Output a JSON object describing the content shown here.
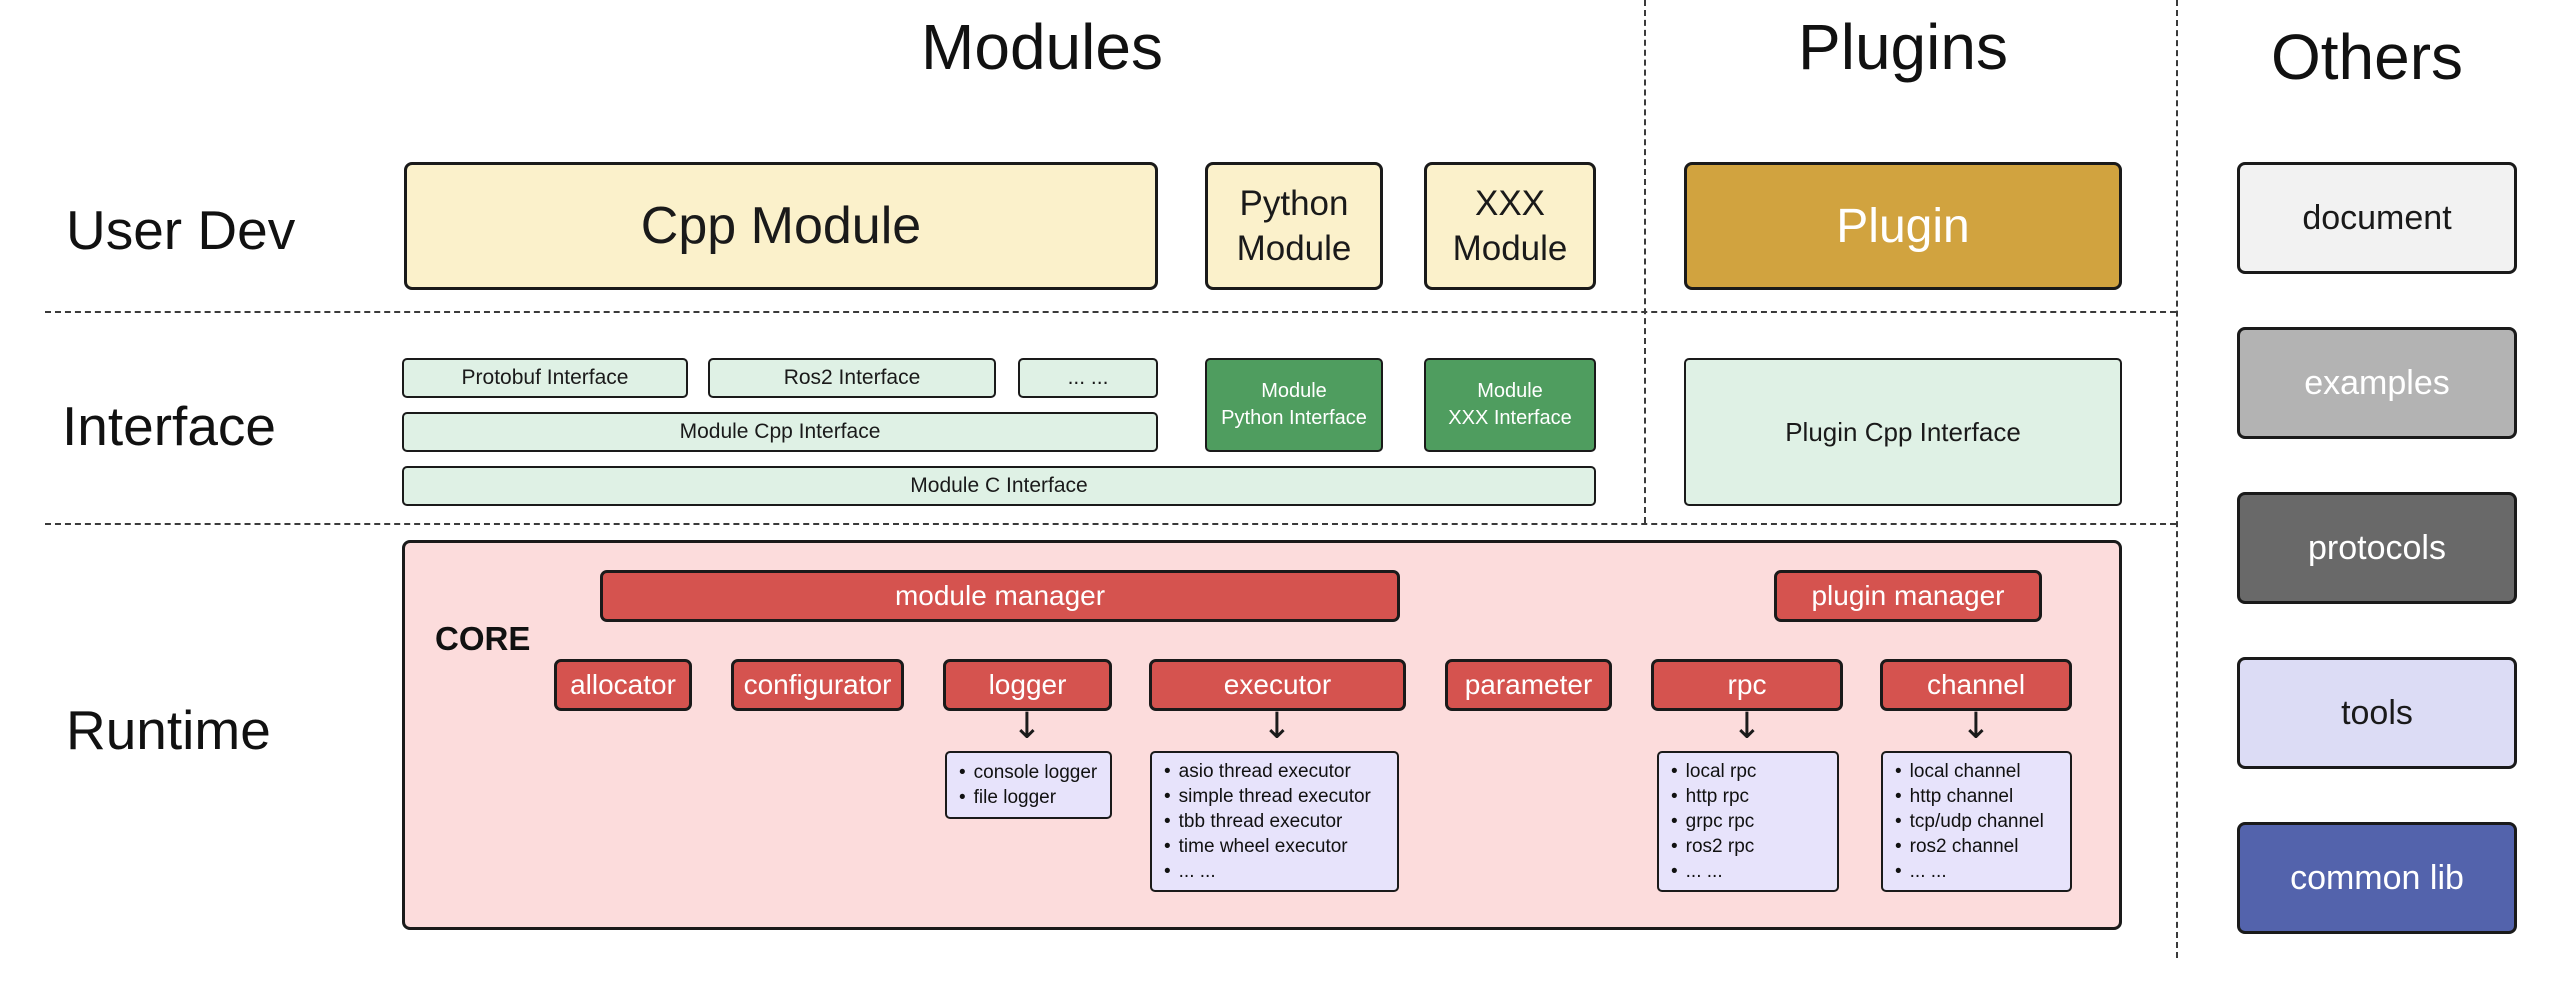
{
  "titles": {
    "modules": "Modules",
    "plugins": "Plugins",
    "others": "Others"
  },
  "row_labels": {
    "user_dev": "User Dev",
    "interface": "Interface",
    "runtime": "Runtime"
  },
  "user_dev": {
    "cpp_module": "Cpp Module",
    "python_module": "Python\nModule",
    "xxx_module": "XXX\nModule",
    "plugin": "Plugin"
  },
  "interface": {
    "protobuf": "Protobuf Interface",
    "ros2": "Ros2 Interface",
    "ellipsis": "... ...",
    "module_cpp": "Module Cpp Interface",
    "module_c": "Module C Interface",
    "module_python": "Module\nPython Interface",
    "module_xxx": "Module\nXXX Interface",
    "plugin_cpp": "Plugin Cpp Interface"
  },
  "runtime": {
    "core": "CORE",
    "module_manager": "module manager",
    "plugin_manager": "plugin manager",
    "components": [
      "allocator",
      "configurator",
      "logger",
      "executor",
      "parameter",
      "rpc",
      "channel"
    ],
    "logger_impls": [
      "console logger",
      "file logger"
    ],
    "executor_impls": [
      "asio thread executor",
      "simple thread executor",
      "tbb thread executor",
      "time wheel executor",
      "... ..."
    ],
    "rpc_impls": [
      "local rpc",
      "http rpc",
      "grpc rpc",
      "ros2 rpc",
      "... ..."
    ],
    "channel_impls": [
      "local channel",
      "http channel",
      "tcp/udp channel",
      "ros2 channel",
      "... ..."
    ]
  },
  "others": [
    "document",
    "examples",
    "protocols",
    "tools",
    "common lib"
  ],
  "icons": {
    "arrow_down": "↓"
  },
  "colors": {
    "cream": "#FBF1CB",
    "gold": "#D1A33F",
    "light_green": "#DFF1E5",
    "dark_green": "#4F9D5F",
    "core_pink": "#FCDCDC",
    "component_red": "#D5534F",
    "impl_lavender": "#E7E3FB",
    "others_document": "#F2F2F2",
    "others_examples": "#B3B3B3",
    "others_protocols": "#696969",
    "others_tools": "#DCDCF5",
    "others_common_lib": "#5363AC",
    "border": "#1A1A1A"
  }
}
